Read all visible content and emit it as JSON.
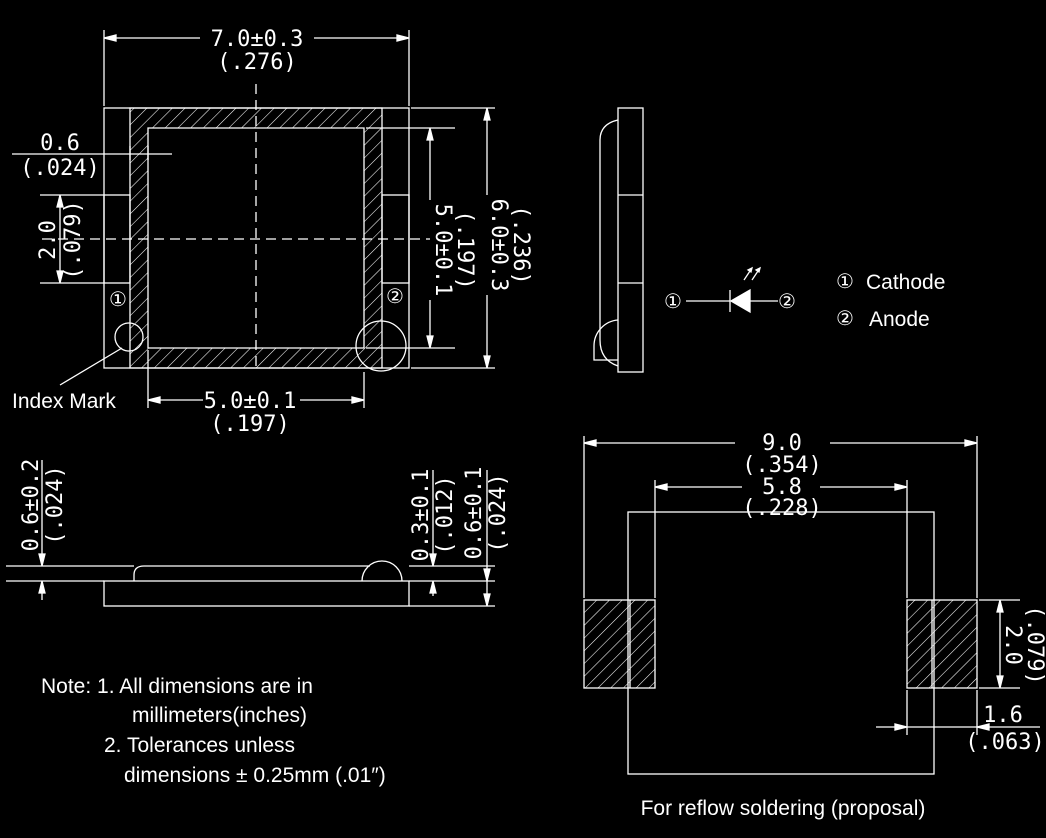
{
  "top_view": {
    "width": "7.0±0.3",
    "width_in": "(.276)",
    "pad_offset": "0.6",
    "pad_offset_in": "(.024)",
    "pad_height": "2.0",
    "pad_height_in": "(.079)",
    "inner_height": "5.0±0.1",
    "inner_height_in": "(.197)",
    "height": "6.0±0.3",
    "height_in": "(.236)",
    "inner_width": "5.0±0.1",
    "inner_width_in": "(.197)",
    "pin1": "①",
    "pin2": "②",
    "index_mark": "Index Mark"
  },
  "side_view": {
    "left_height": "0.6±0.2",
    "left_height_in": "(.024)",
    "lens_height": "0.3±0.1",
    "lens_height_in": "(.012)",
    "body_height": "0.6±0.1",
    "body_height_in": "(.024)"
  },
  "schematic": {
    "pin1": "①",
    "pin2": "②",
    "legend": [
      {
        "num": "①",
        "label": "Cathode"
      },
      {
        "num": "②",
        "label": "Anode"
      }
    ]
  },
  "footprint": {
    "overall": "9.0",
    "overall_in": "(.354)",
    "inner": "5.8",
    "inner_in": "(.228)",
    "pad_height": "2.0",
    "pad_height_in": "(.079)",
    "pad_width": "1.6",
    "pad_width_in": "(.063)",
    "caption": "For reflow soldering (proposal)"
  },
  "notes": {
    "line1": "Note: 1. All dimensions are in",
    "line2": "millimeters(inches)",
    "line3": "2. Tolerances unless",
    "line4": "dimensions ± 0.25mm (.01″)"
  }
}
